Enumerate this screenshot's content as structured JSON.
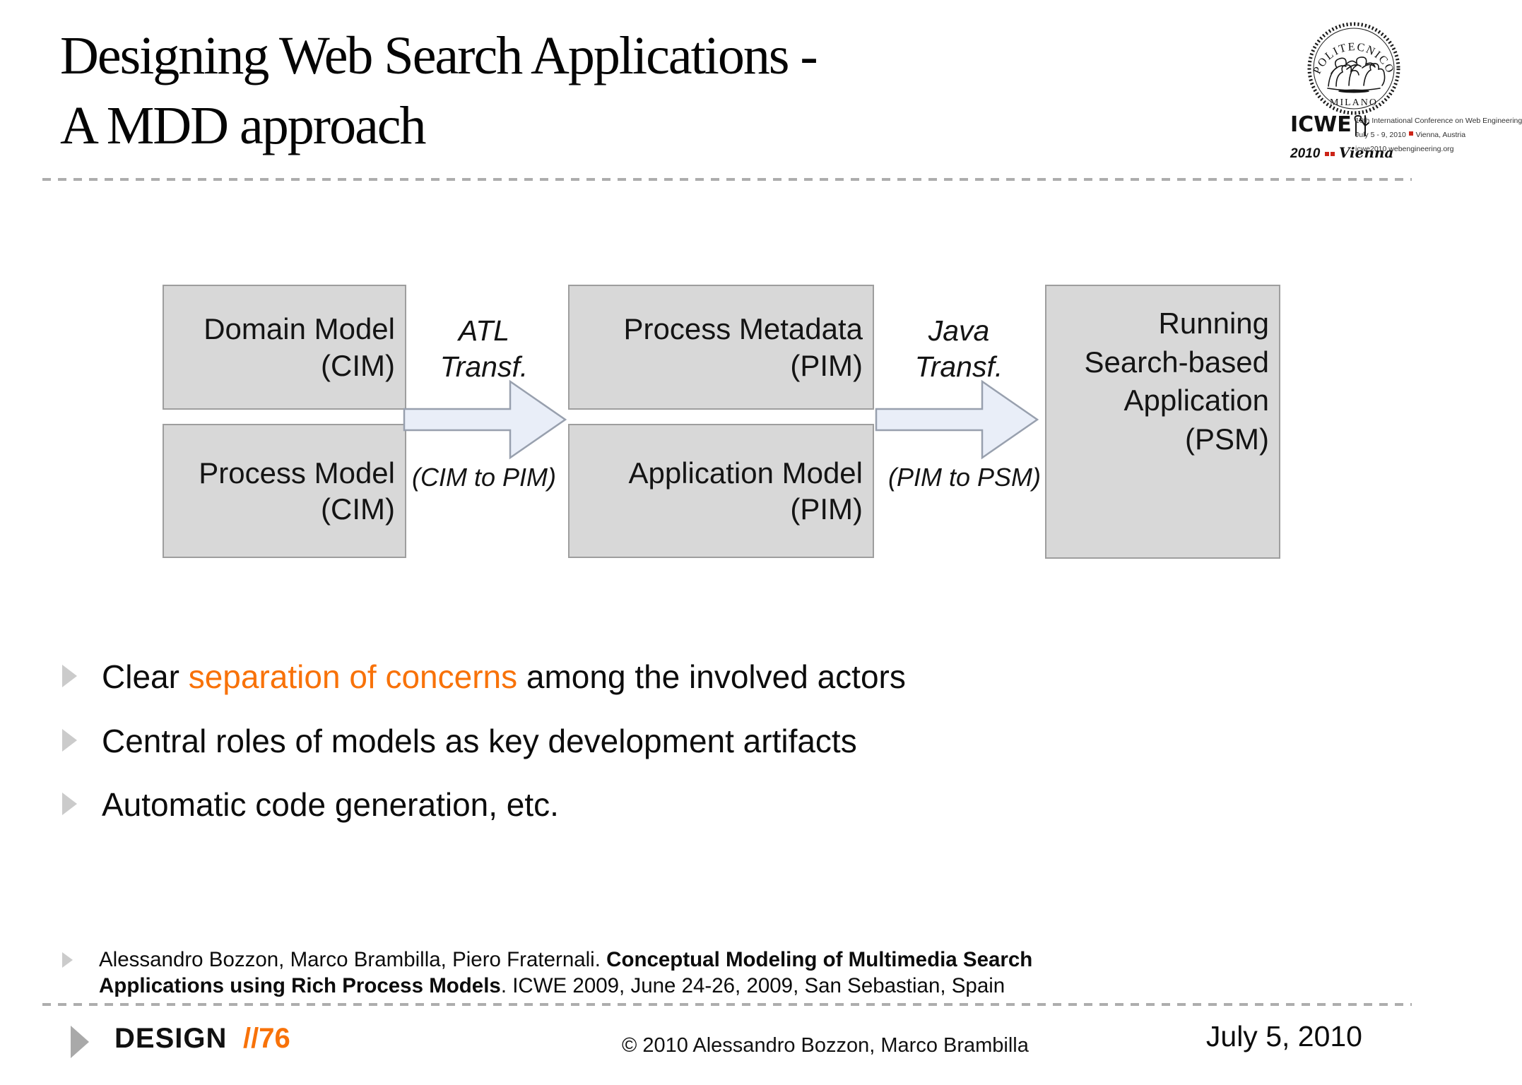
{
  "title": {
    "line1": "Designing Web Search Applications -",
    "line2": "A MDD approach"
  },
  "logos": {
    "politecnico": {
      "top_text": "POLITECNICO",
      "bottom_text": "MILANO"
    },
    "icwe": {
      "name": "ICWE",
      "year": "2010",
      "city": "Vienna",
      "info_line1": "10th International Conference on Web Engineering",
      "info_line2_left": "July 5 - 9, 2010",
      "info_line2_right": "Vienna, Austria",
      "info_line3": "icwe2010.webengineering.org"
    }
  },
  "diagram": {
    "boxes": [
      {
        "id": "domain-model",
        "lines": [
          "Domain Model",
          "(CIM)"
        ]
      },
      {
        "id": "process-model",
        "lines": [
          "Process Model",
          "(CIM)"
        ]
      },
      {
        "id": "process-metadata",
        "lines": [
          "Process Metadata",
          "(PIM)"
        ]
      },
      {
        "id": "application-model",
        "lines": [
          "Application Model",
          "(PIM)"
        ]
      },
      {
        "id": "running-app",
        "lines": [
          "Running",
          "Search-based",
          "Application",
          "(PSM)"
        ]
      }
    ],
    "arrows": [
      {
        "label_line1": "ATL",
        "label_line2": "Transf.",
        "sublabel": "(CIM to PIM)"
      },
      {
        "label_line1": "Java",
        "label_line2": "Transf.",
        "sublabel": "(PIM to PSM)"
      }
    ]
  },
  "bullets": [
    {
      "pre": "Clear ",
      "highlight": "separation of concerns",
      "post": " among the involved actors"
    },
    {
      "text": "Central roles of models as key development artifacts"
    },
    {
      "text": "Automatic code generation, etc."
    }
  ],
  "reference": {
    "authors": "Alessandro Bozzon, Marco Brambilla, Piero Fraternali. ",
    "title_bold": "Conceptual Modeling of Multimedia Search Applications using Rich Process Models",
    "tail": ". ICWE 2009, June 24-26, 2009, San Sebastian, Spain"
  },
  "footer": {
    "section": "DESIGN",
    "page": "//76",
    "copyright": "© 2010 Alessandro Bozzon, Marco Brambilla",
    "date": "July 5, 2010"
  },
  "colors": {
    "accent_orange": "#F87209",
    "box_fill": "#D8D8D8",
    "box_border": "#9E9E9E",
    "arrow_fill": "#E9EEF8",
    "arrow_border": "#98A0AE",
    "dash_gray": "#ADADAD"
  }
}
